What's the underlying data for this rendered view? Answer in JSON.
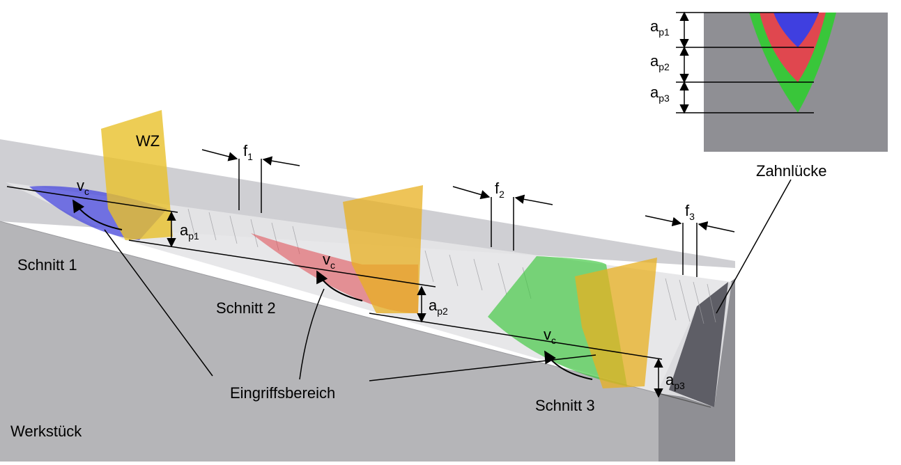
{
  "labels": {
    "tool": "WZ",
    "workpiece": "Werkstück",
    "tooth_gap": "Zahnlücke",
    "engagement_area": "Eingriffsbereich",
    "cut1": "Schnitt 1",
    "cut2": "Schnitt 2",
    "cut3": "Schnitt 3",
    "vc_main": "v",
    "vc_sub": "c",
    "ap_main": "a",
    "ap1_sub": "p1",
    "ap2_sub": "p2",
    "ap3_sub": "p3",
    "f_main": "f",
    "f1_sub": "1",
    "f2_sub": "2",
    "f3_sub": "3"
  },
  "colors": {
    "cut1": "#3f3fe0",
    "cut2": "#e0474f",
    "cut3": "#39c63a",
    "tool": "#e8c12a",
    "workpiece_top": "#cfcfd3",
    "workpiece_front": "#b5b5b8",
    "workpiece_side": "#8e8e93",
    "groove": "#e6e6e8"
  }
}
